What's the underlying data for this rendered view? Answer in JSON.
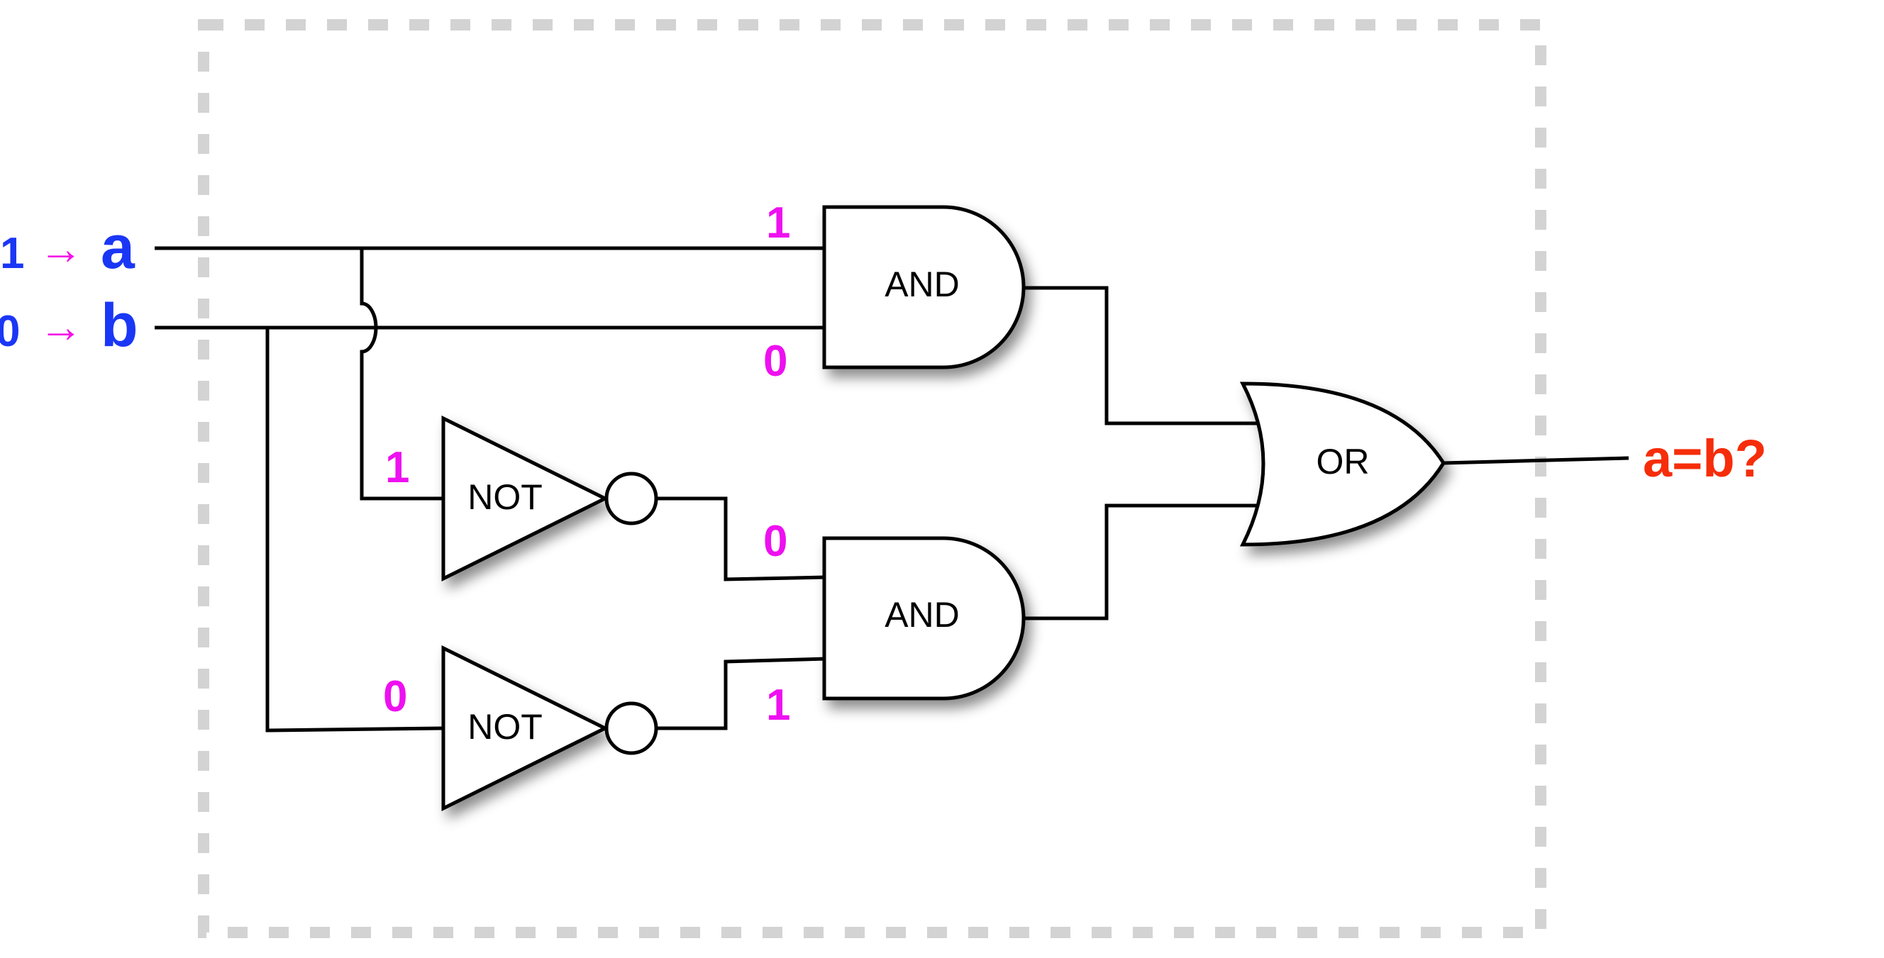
{
  "colors": {
    "input": "#1a37f5",
    "arrow": "#f312e6",
    "bit": "#ee10f0",
    "output": "#f62d0a",
    "boundary": "#d3d3d3",
    "wire": "#000000"
  },
  "inputs": [
    {
      "name": "a",
      "value": "1",
      "arrow": "→"
    },
    {
      "name": "b",
      "value": "0",
      "arrow": "→"
    }
  ],
  "gates": {
    "and_top": "AND",
    "and_bottom": "AND",
    "not_top": "NOT",
    "not_bottom": "NOT",
    "or": "OR"
  },
  "bits": {
    "and_top_in1": "1",
    "and_top_in2": "0",
    "not_top_in": "1",
    "not_bottom_in": "0",
    "and_bottom_in1": "0",
    "and_bottom_in2": "1"
  },
  "output": {
    "label": "a=b?"
  }
}
